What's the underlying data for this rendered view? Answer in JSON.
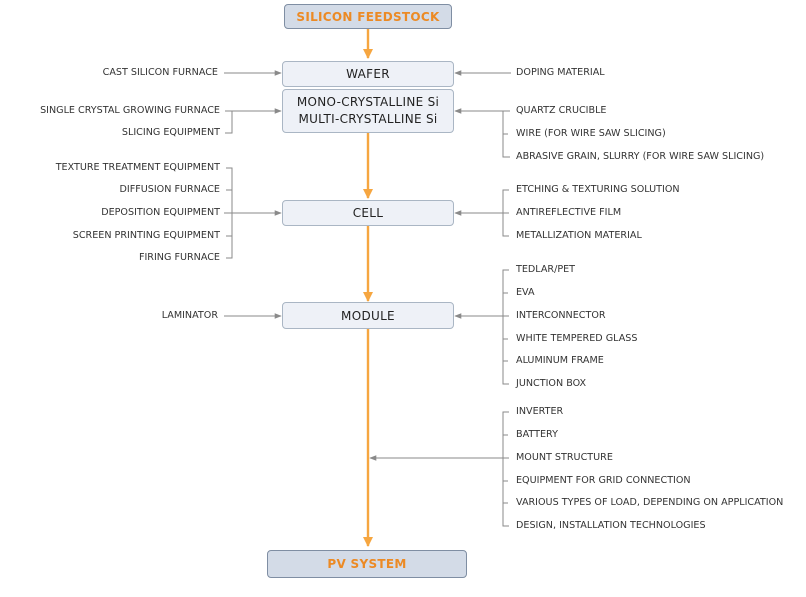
{
  "top_box": "SILICON FEEDSTOCK",
  "bottom_box": "PV SYSTEM",
  "stages": {
    "wafer": "WAFER",
    "crystal_1": "MONO-CRYSTALLINE Si",
    "crystal_2": "MULTI-CRYSTALLINE Si",
    "cell": "CELL",
    "module": "MODULE"
  },
  "wafer_left": "CAST SILICON FURNACE",
  "wafer_right": "DOPING MATERIAL",
  "crystal_left": [
    "SINGLE CRYSTAL GROWING FURNACE",
    "SLICING EQUIPMENT"
  ],
  "crystal_right": [
    "QUARTZ CRUCIBLE",
    "WIRE (FOR WIRE SAW SLICING)",
    "ABRASIVE GRAIN, SLURRY (FOR WIRE SAW SLICING)"
  ],
  "cell_left": [
    "TEXTURE TREATMENT EQUIPMENT",
    "DIFFUSION FURNACE",
    "DEPOSITION EQUIPMENT",
    "SCREEN PRINTING EQUIPMENT",
    "FIRING FURNACE"
  ],
  "cell_right": [
    "ETCHING & TEXTURING SOLUTION",
    "ANTIREFLECTIVE FILM",
    "METALLIZATION MATERIAL"
  ],
  "module_left": "LAMINATOR",
  "module_right": [
    "TEDLAR/PET",
    "EVA",
    "INTERCONNECTOR",
    "WHITE TEMPERED GLASS",
    "ALUMINUM FRAME",
    "JUNCTION BOX"
  ],
  "system_right": [
    "INVERTER",
    "BATTERY",
    "MOUNT STRUCTURE",
    "EQUIPMENT FOR GRID CONNECTION",
    "VARIOUS TYPES OF LOAD, DEPENDING ON APPLICATION",
    "DESIGN, INSTALLATION TECHNOLOGIES"
  ],
  "colors": {
    "flow_arrow": "#f6a640",
    "connector": "#8a8a8a",
    "box_fill": "#eef1f7",
    "terminal_fill": "#d3dbe7",
    "terminal_text": "#ec8a24"
  }
}
